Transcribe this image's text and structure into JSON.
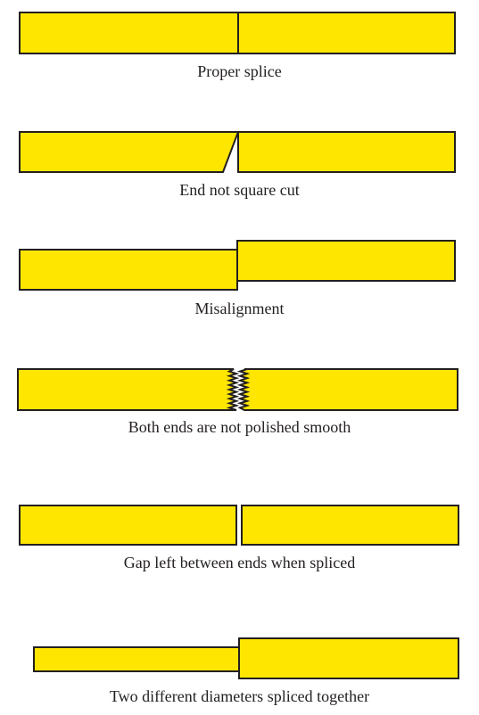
{
  "colors": {
    "fiber_fill": "#ffe600",
    "outline": "#231f20",
    "background": "#ffffff"
  },
  "panels": [
    {
      "id": "proper-splice",
      "caption": "Proper splice"
    },
    {
      "id": "end-not-square",
      "caption": "End not square cut"
    },
    {
      "id": "misalignment",
      "caption": "Misalignment"
    },
    {
      "id": "not-polished",
      "caption": "Both ends are not polished smooth"
    },
    {
      "id": "gap-left",
      "caption": "Gap left between ends when spliced"
    },
    {
      "id": "different-diameters",
      "caption": "Two different diameters spliced together"
    }
  ]
}
